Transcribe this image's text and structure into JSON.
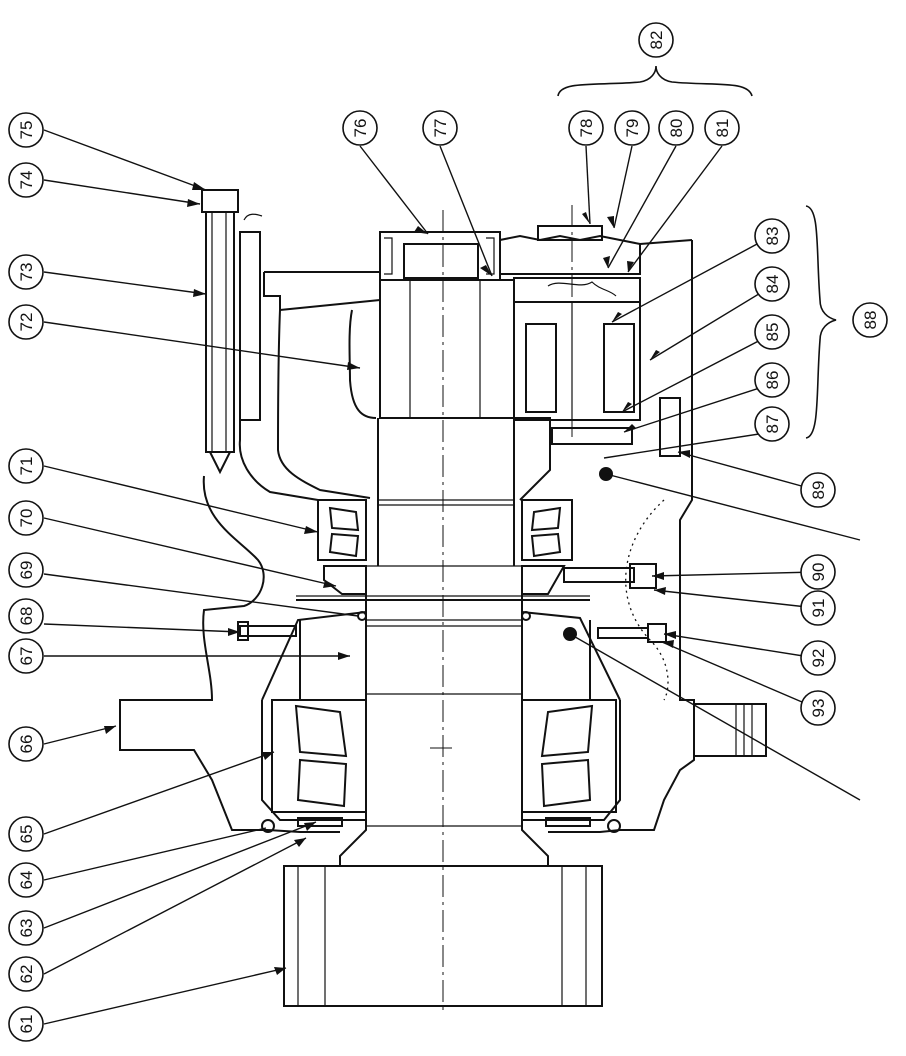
{
  "callouts": [
    {
      "id": "61",
      "label": "61"
    },
    {
      "id": "62",
      "label": "62"
    },
    {
      "id": "63",
      "label": "63"
    },
    {
      "id": "64",
      "label": "64"
    },
    {
      "id": "65",
      "label": "65"
    },
    {
      "id": "66",
      "label": "66"
    },
    {
      "id": "67",
      "label": "67"
    },
    {
      "id": "68",
      "label": "68"
    },
    {
      "id": "69",
      "label": "69"
    },
    {
      "id": "70",
      "label": "70"
    },
    {
      "id": "71",
      "label": "71"
    },
    {
      "id": "72",
      "label": "72"
    },
    {
      "id": "73",
      "label": "73"
    },
    {
      "id": "74",
      "label": "74"
    },
    {
      "id": "75",
      "label": "75"
    },
    {
      "id": "76",
      "label": "76"
    },
    {
      "id": "77",
      "label": "77"
    },
    {
      "id": "78",
      "label": "78"
    },
    {
      "id": "79",
      "label": "79"
    },
    {
      "id": "80",
      "label": "80"
    },
    {
      "id": "81",
      "label": "81"
    },
    {
      "id": "82",
      "label": "82"
    },
    {
      "id": "83",
      "label": "83"
    },
    {
      "id": "84",
      "label": "84"
    },
    {
      "id": "85",
      "label": "85"
    },
    {
      "id": "86",
      "label": "86"
    },
    {
      "id": "87",
      "label": "87"
    },
    {
      "id": "88",
      "label": "88"
    },
    {
      "id": "89",
      "label": "89"
    },
    {
      "id": "90",
      "label": "90"
    },
    {
      "id": "91",
      "label": "91"
    },
    {
      "id": "92",
      "label": "92"
    },
    {
      "id": "93",
      "label": "93"
    }
  ]
}
